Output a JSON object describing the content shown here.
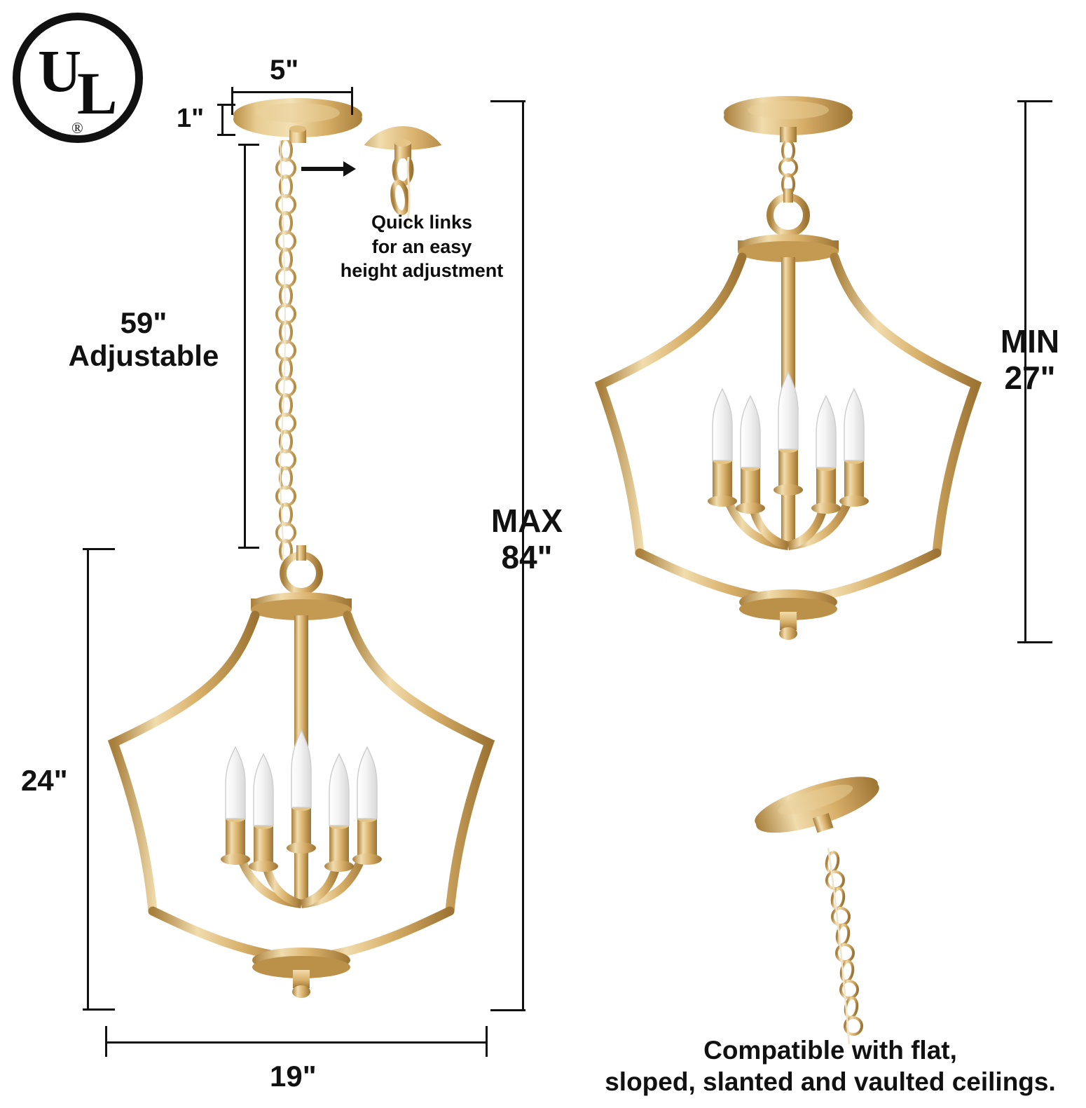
{
  "logo": {
    "name": "UL certification mark",
    "u": "U",
    "l": "L",
    "registered": "®"
  },
  "annotations": {
    "width_top": "5\"",
    "canopy_height": "1\"",
    "chain_length_line1": "59\"",
    "chain_length_line2": "Adjustable",
    "fixture_height": "24\"",
    "fixture_width": "19\"",
    "max_label_line1": "MAX",
    "max_label_line2": "84\"",
    "min_label_line1": "MIN",
    "min_label_line2": "27\"",
    "quick_links": "Quick links\nfor an easy\nheight adjustment",
    "quick_links_l1": "Quick links",
    "quick_links_l2": "for an easy",
    "quick_links_l3": "height adjustment",
    "ceiling_note_l1": "Compatible with flat,",
    "ceiling_note_l2": "sloped, slanted and vaulted ceilings."
  },
  "colors": {
    "brass_light": "#f0d79a",
    "brass_mid": "#d8b26a",
    "brass_dark": "#b98f46",
    "brass_shadow": "#9a7434",
    "chain": "#e6cf9e",
    "line": "#111111",
    "background": "#ffffff"
  },
  "figures": {
    "pendant_max_name": "pendant-light-with-chain",
    "pendant_min_name": "semi-flush-pendant-light",
    "canopy_detail_name": "canopy-with-chain-detail",
    "quick_link_detail_name": "quick-link-closeup"
  }
}
